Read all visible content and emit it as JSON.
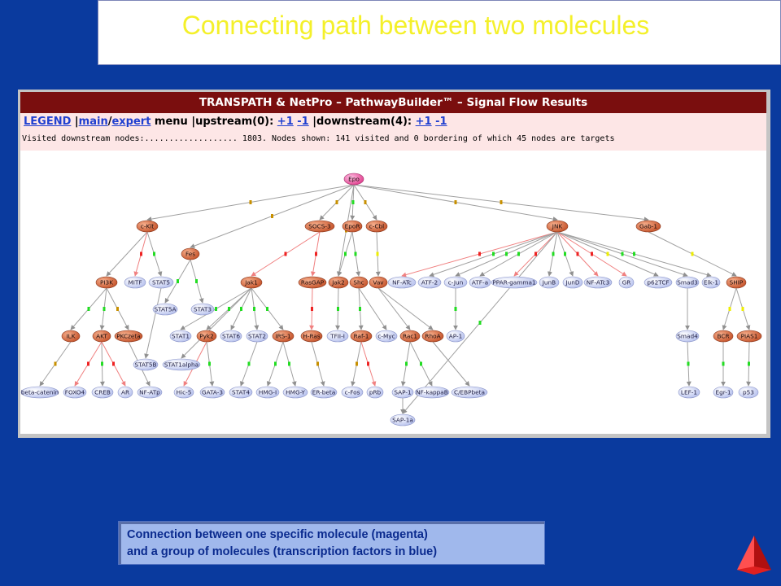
{
  "slide_title": "Connecting path between two molecules",
  "panel_header": "TRANSPATH & NetPro – PathwayBuilder™ – Signal Flow Results",
  "menu": {
    "legend": "LEGEND",
    "sep1": " |",
    "main": "main",
    "slash": "/",
    "expert": "expert",
    "menu_word": " menu |upstream(0): ",
    "up_plus": "+1",
    "space1": " ",
    "up_minus": "-1",
    "downstream": " |downstream(4): ",
    "down_plus": "+1",
    "space2": " ",
    "down_minus": "-1"
  },
  "stats_text": "Visited downstream nodes:................... 1803. Nodes shown: 141 visited and 0 bordering of which 45 nodes are targets",
  "caption": {
    "line1": "Connection between one specific molecule (magenta)",
    "line2": "and a group of molecules (transcription factors in blue)"
  },
  "colors": {
    "source": "#e85aa8",
    "intermediate": "#d9623a",
    "target": "#c8d0f4",
    "edge": "#a0a0a0",
    "edge_highlight": "#f08080",
    "marker_green": "#22dd22",
    "marker_red": "#ee2222",
    "marker_yellow": "#eeee00",
    "marker_orange": "#c89000"
  },
  "nodes": [
    {
      "id": "Epo",
      "label": "Epo",
      "kind": "source"
    },
    {
      "id": "cKit",
      "label": "c-Kit",
      "kind": "intermediate"
    },
    {
      "id": "SOCS3",
      "label": "SOCS-3",
      "kind": "intermediate"
    },
    {
      "id": "EpoR",
      "label": "EpoR",
      "kind": "intermediate"
    },
    {
      "id": "cCbl",
      "label": "c-Cbl",
      "kind": "intermediate"
    },
    {
      "id": "JNK",
      "label": "JNK",
      "kind": "intermediate"
    },
    {
      "id": "Gab1",
      "label": "Gab-1",
      "kind": "intermediate"
    },
    {
      "id": "Fes",
      "label": "Fes",
      "kind": "intermediate"
    },
    {
      "id": "PI3K",
      "label": "PI3K",
      "kind": "intermediate"
    },
    {
      "id": "MITF",
      "label": "MITF",
      "kind": "target"
    },
    {
      "id": "STAT5",
      "label": "STAT5",
      "kind": "target"
    },
    {
      "id": "Jak1",
      "label": "Jak1",
      "kind": "intermediate"
    },
    {
      "id": "RasGAP",
      "label": "RasGAP",
      "kind": "intermediate"
    },
    {
      "id": "Jak2",
      "label": "Jak2",
      "kind": "intermediate"
    },
    {
      "id": "Shc",
      "label": "Shc",
      "kind": "intermediate"
    },
    {
      "id": "Vav",
      "label": "Vav",
      "kind": "intermediate"
    },
    {
      "id": "NFATc",
      "label": "NF-ATc",
      "kind": "target"
    },
    {
      "id": "ATF2",
      "label": "ATF-2",
      "kind": "target"
    },
    {
      "id": "cJun",
      "label": "c-Jun",
      "kind": "target"
    },
    {
      "id": "ATFa",
      "label": "ATF-a",
      "kind": "target"
    },
    {
      "id": "PPARg1",
      "label": "PPAR-gamma1",
      "kind": "target"
    },
    {
      "id": "JunB",
      "label": "JunB",
      "kind": "target"
    },
    {
      "id": "JunD",
      "label": "JunD",
      "kind": "target"
    },
    {
      "id": "NFATc3",
      "label": "NF-ATc3",
      "kind": "target"
    },
    {
      "id": "GR",
      "label": "GR",
      "kind": "target"
    },
    {
      "id": "p62TCF",
      "label": "p62TCF",
      "kind": "target"
    },
    {
      "id": "Smad3",
      "label": "Smad3",
      "kind": "target"
    },
    {
      "id": "Elk1",
      "label": "Elk-1",
      "kind": "target"
    },
    {
      "id": "SHIP",
      "label": "SHIP",
      "kind": "intermediate"
    },
    {
      "id": "STAT5A",
      "label": "STAT5A",
      "kind": "target"
    },
    {
      "id": "STAT3",
      "label": "STAT3",
      "kind": "target"
    },
    {
      "id": "ILK",
      "label": "ILK",
      "kind": "intermediate"
    },
    {
      "id": "AKT",
      "label": "AKT",
      "kind": "intermediate"
    },
    {
      "id": "PKCzeta",
      "label": "PKCzeta",
      "kind": "intermediate"
    },
    {
      "id": "STAT1",
      "label": "STAT1",
      "kind": "target"
    },
    {
      "id": "Pyk2",
      "label": "Pyk2",
      "kind": "intermediate"
    },
    {
      "id": "STAT6",
      "label": "STAT6",
      "kind": "target"
    },
    {
      "id": "STAT2",
      "label": "STAT2",
      "kind": "target"
    },
    {
      "id": "IRS1",
      "label": "IRS-1",
      "kind": "intermediate"
    },
    {
      "id": "HRas",
      "label": "H-Ras",
      "kind": "intermediate"
    },
    {
      "id": "TFIII",
      "label": "TFII-I",
      "kind": "target"
    },
    {
      "id": "Raf1",
      "label": "Raf-1",
      "kind": "intermediate"
    },
    {
      "id": "cMyc",
      "label": "c-Myc",
      "kind": "target"
    },
    {
      "id": "Rac1",
      "label": "Rac1",
      "kind": "intermediate"
    },
    {
      "id": "RhoA",
      "label": "RhoA",
      "kind": "intermediate"
    },
    {
      "id": "AP1",
      "label": "AP-1",
      "kind": "target"
    },
    {
      "id": "Smad4",
      "label": "Smad4",
      "kind": "target"
    },
    {
      "id": "BCR",
      "label": "BCR",
      "kind": "intermediate"
    },
    {
      "id": "PIAS1",
      "label": "PIAS1",
      "kind": "intermediate"
    },
    {
      "id": "STAT5B",
      "label": "STAT5B",
      "kind": "target"
    },
    {
      "id": "STAT1alpha",
      "label": "STAT1alpha",
      "kind": "target"
    },
    {
      "id": "betacatenin",
      "label": "beta-catenin",
      "kind": "target"
    },
    {
      "id": "FOXO4",
      "label": "FOXO4",
      "kind": "target"
    },
    {
      "id": "CREB",
      "label": "CREB",
      "kind": "target"
    },
    {
      "id": "AR",
      "label": "AR",
      "kind": "target"
    },
    {
      "id": "NFATp",
      "label": "NF-ATp",
      "kind": "target"
    },
    {
      "id": "Hic5",
      "label": "Hic-5",
      "kind": "target"
    },
    {
      "id": "GATA3",
      "label": "GATA-3",
      "kind": "target"
    },
    {
      "id": "STAT4",
      "label": "STAT4",
      "kind": "target"
    },
    {
      "id": "HMGI",
      "label": "HMG-I",
      "kind": "target"
    },
    {
      "id": "HMGY",
      "label": "HMG-Y",
      "kind": "target"
    },
    {
      "id": "ERbeta",
      "label": "ER-beta",
      "kind": "target"
    },
    {
      "id": "cFos",
      "label": "c-Fos",
      "kind": "target"
    },
    {
      "id": "pRb",
      "label": "pRb",
      "kind": "target"
    },
    {
      "id": "SAP1",
      "label": "SAP-1",
      "kind": "target"
    },
    {
      "id": "NFkappaB",
      "label": "NF-kappaB",
      "kind": "target"
    },
    {
      "id": "CEBPbeta",
      "label": "C/EBPbeta",
      "kind": "target"
    },
    {
      "id": "SAP1a",
      "label": "SAP-1a",
      "kind": "target"
    },
    {
      "id": "LEF1",
      "label": "LEF-1",
      "kind": "target"
    },
    {
      "id": "Egr1",
      "label": "Egr-1",
      "kind": "target"
    },
    {
      "id": "p53",
      "label": "p53",
      "kind": "target"
    }
  ],
  "edges": [
    {
      "from": "Epo",
      "to": "cKit",
      "marker": "orange"
    },
    {
      "from": "Epo",
      "to": "Fes",
      "marker": "orange"
    },
    {
      "from": "Epo",
      "to": "SOCS3",
      "marker": "orange"
    },
    {
      "from": "Epo",
      "to": "EpoR",
      "marker": "green"
    },
    {
      "from": "Epo",
      "to": "cCbl",
      "marker": "orange"
    },
    {
      "from": "Epo",
      "to": "JNK",
      "marker": "orange"
    },
    {
      "from": "Epo",
      "to": "Gab1",
      "marker": "orange"
    },
    {
      "from": "Epo",
      "to": "Jak2",
      "marker": "orange"
    },
    {
      "from": "cKit",
      "to": "PI3K",
      "marker": "none"
    },
    {
      "from": "cKit",
      "to": "MITF",
      "marker": "red",
      "hl": true
    },
    {
      "from": "cKit",
      "to": "STAT5",
      "marker": "green"
    },
    {
      "from": "Fes",
      "to": "STAT5A",
      "marker": "green"
    },
    {
      "from": "Fes",
      "to": "STAT3",
      "marker": "green"
    },
    {
      "from": "SOCS3",
      "to": "Jak1",
      "marker": "red",
      "hl": true
    },
    {
      "from": "SOCS3",
      "to": "RasGAP",
      "marker": "red",
      "hl": true
    },
    {
      "from": "EpoR",
      "to": "Jak2",
      "marker": "green"
    },
    {
      "from": "EpoR",
      "to": "Shc",
      "marker": "green"
    },
    {
      "from": "cCbl",
      "to": "Vav",
      "marker": "yellow"
    },
    {
      "from": "JNK",
      "to": "NFATc",
      "marker": "red",
      "hl": true
    },
    {
      "from": "JNK",
      "to": "ATF2",
      "marker": "green"
    },
    {
      "from": "JNK",
      "to": "cJun",
      "marker": "green"
    },
    {
      "from": "JNK",
      "to": "ATFa",
      "marker": "green"
    },
    {
      "from": "JNK",
      "to": "PPARg1",
      "marker": "red",
      "hl": true
    },
    {
      "from": "JNK",
      "to": "JunB",
      "marker": "green"
    },
    {
      "from": "JNK",
      "to": "JunD",
      "marker": "green"
    },
    {
      "from": "JNK",
      "to": "NFATc3",
      "marker": "red",
      "hl": true
    },
    {
      "from": "JNK",
      "to": "GR",
      "marker": "red",
      "hl": true
    },
    {
      "from": "JNK",
      "to": "p62TCF",
      "marker": "yellow"
    },
    {
      "from": "JNK",
      "to": "Smad3",
      "marker": "green"
    },
    {
      "from": "JNK",
      "to": "Elk1",
      "marker": "green"
    },
    {
      "from": "Gab1",
      "to": "SHIP",
      "marker": "yellow"
    },
    {
      "from": "PI3K",
      "to": "ILK",
      "marker": "green"
    },
    {
      "from": "PI3K",
      "to": "AKT",
      "marker": "green"
    },
    {
      "from": "PI3K",
      "to": "PKCzeta",
      "marker": "orange"
    },
    {
      "from": "Jak1",
      "to": "STAT1",
      "marker": "green"
    },
    {
      "from": "Jak1",
      "to": "Pyk2",
      "marker": "green"
    },
    {
      "from": "Jak1",
      "to": "STAT6",
      "marker": "green"
    },
    {
      "from": "Jak1",
      "to": "STAT2",
      "marker": "green"
    },
    {
      "from": "Jak1",
      "to": "IRS1",
      "marker": "green"
    },
    {
      "from": "Jak1",
      "to": "STAT1alpha",
      "marker": "none"
    },
    {
      "from": "RasGAP",
      "to": "HRas",
      "marker": "red",
      "hl": true
    },
    {
      "from": "Jak2",
      "to": "TFIII",
      "marker": "green"
    },
    {
      "from": "Shc",
      "to": "Raf1",
      "marker": "green"
    },
    {
      "from": "Shc",
      "to": "cMyc",
      "marker": "none"
    },
    {
      "from": "Vav",
      "to": "Rac1",
      "marker": "none"
    },
    {
      "from": "Vav",
      "to": "RhoA",
      "marker": "none"
    },
    {
      "from": "cJun",
      "to": "AP1",
      "marker": "green"
    },
    {
      "from": "Smad3",
      "to": "Smad4",
      "marker": "none"
    },
    {
      "from": "SHIP",
      "to": "BCR",
      "marker": "yellow"
    },
    {
      "from": "SHIP",
      "to": "PIAS1",
      "marker": "yellow"
    },
    {
      "from": "STAT5",
      "to": "STAT5B",
      "marker": "none"
    },
    {
      "from": "ILK",
      "to": "betacatenin",
      "marker": "orange"
    },
    {
      "from": "AKT",
      "to": "FOXO4",
      "marker": "red",
      "hl": true
    },
    {
      "from": "AKT",
      "to": "CREB",
      "marker": "green"
    },
    {
      "from": "AKT",
      "to": "AR",
      "marker": "red",
      "hl": true
    },
    {
      "from": "PKCzeta",
      "to": "NFATp",
      "marker": "orange"
    },
    {
      "from": "Pyk2",
      "to": "Hic5",
      "marker": "red",
      "hl": true
    },
    {
      "from": "Pyk2",
      "to": "GATA3",
      "marker": "green"
    },
    {
      "from": "STAT2",
      "to": "STAT4",
      "marker": "green"
    },
    {
      "from": "IRS1",
      "to": "HMGI",
      "marker": "green"
    },
    {
      "from": "IRS1",
      "to": "HMGY",
      "marker": "green"
    },
    {
      "from": "HRas",
      "to": "ERbeta",
      "marker": "orange"
    },
    {
      "from": "Raf1",
      "to": "cFos",
      "marker": "orange"
    },
    {
      "from": "Raf1",
      "to": "pRb",
      "marker": "red",
      "hl": true
    },
    {
      "from": "Rac1",
      "to": "SAP1",
      "marker": "green"
    },
    {
      "from": "Rac1",
      "to": "NFkappaB",
      "marker": "green"
    },
    {
      "from": "RhoA",
      "to": "CEBPbeta",
      "marker": "none"
    },
    {
      "from": "SAP1",
      "to": "SAP1a",
      "marker": "none"
    },
    {
      "from": "JNK",
      "to": "SAP1a",
      "marker": "green"
    },
    {
      "from": "Smad4",
      "to": "LEF1",
      "marker": "green"
    },
    {
      "from": "BCR",
      "to": "Egr1",
      "marker": "green"
    },
    {
      "from": "PIAS1",
      "to": "p53",
      "marker": "green"
    }
  ]
}
